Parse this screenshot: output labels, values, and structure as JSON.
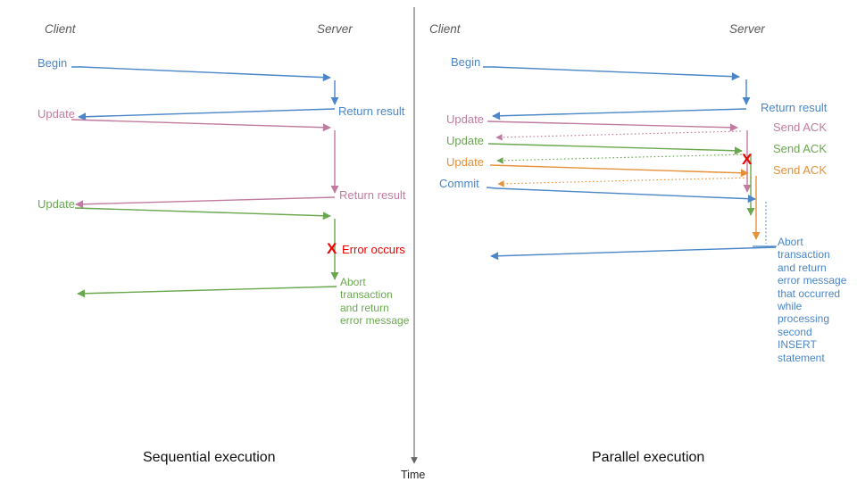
{
  "colors": {
    "blue": "#4a86c8",
    "pink": "#c27ba0",
    "green": "#6aa84f",
    "orange": "#e69138",
    "red": "#ee0000",
    "header": "#595959",
    "axis": "#666666",
    "axis-text": "#222222",
    "caption": "#111111"
  },
  "time_axis": {
    "label": "Time"
  },
  "left": {
    "title": "Sequential execution",
    "client_header": "Client",
    "server_header": "Server",
    "begin": "Begin",
    "return_result_1": "Return result",
    "update_1": "Update",
    "return_result_2": "Return result",
    "update_2": "Update",
    "error_x": "X",
    "error_label": "Error occurs",
    "abort_note": "Abort\ntransaction\nand return\nerror message"
  },
  "right": {
    "title": "Parallel execution",
    "client_header": "Client",
    "server_header": "Server",
    "begin": "Begin",
    "return_result": "Return result",
    "update_1": "Update",
    "send_ack_1": "Send ACK",
    "update_2": "Update",
    "send_ack_2": "Send ACK",
    "update_3": "Update",
    "send_ack_3": "Send ACK",
    "commit": "Commit",
    "error_x": "X",
    "abort_note": "Abort\ntransaction\nand return\nerror message\nthat occurred\nwhile\nprocessing\nsecond\nINSERT\nstatement"
  }
}
